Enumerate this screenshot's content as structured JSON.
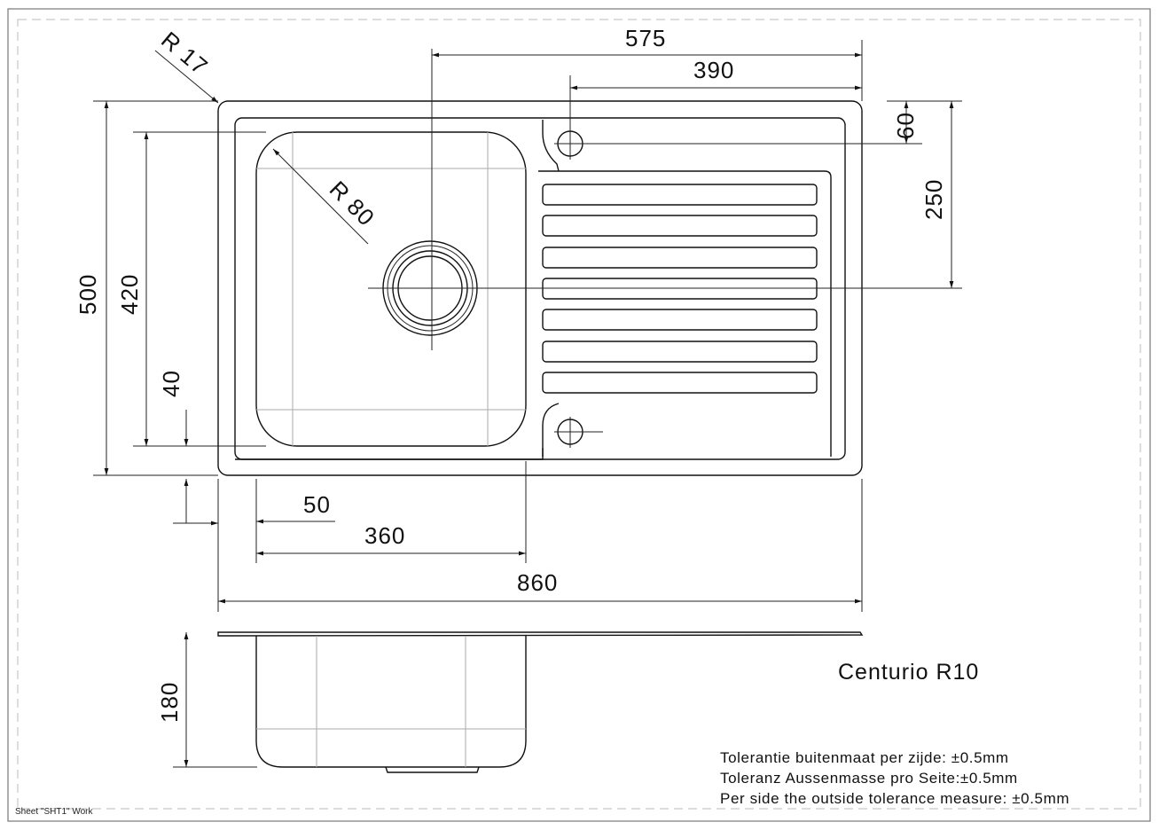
{
  "title": "Centurio R10",
  "dimensions": {
    "top_width_575": "575",
    "drainer_width_390": "390",
    "tap_offset_60": "60",
    "drain_offset_250": "250",
    "overall_depth_500": "500",
    "bowl_depth_420": "420",
    "bowl_offset_40": "40",
    "corner_radius": "R 17",
    "bowl_radius": "R 80",
    "bowl_offset_50": "50",
    "bowl_width_360": "360",
    "overall_width_860": "860",
    "bowl_height_180": "180"
  },
  "tolerances": [
    "Tolerantie buitenmaat per zijde: ±0.5mm",
    "Toleranz Aussenmasse pro Seite:±0.5mm",
    "Per side the outside tolerance measure: ±0.5mm"
  ],
  "sheet_label": "Sheet \"SHT1\" Work"
}
